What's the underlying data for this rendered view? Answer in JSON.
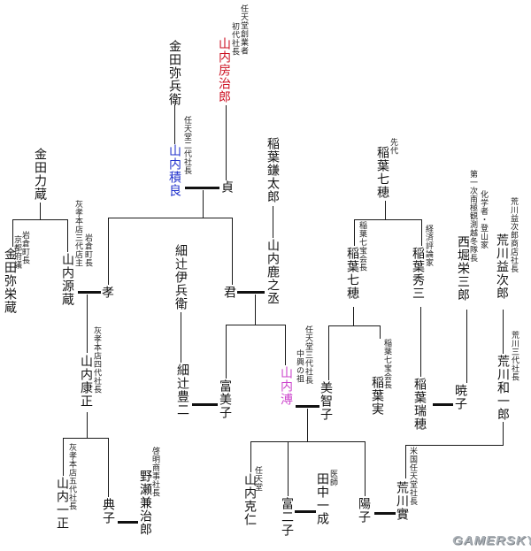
{
  "diagram": {
    "type": "family-tree",
    "watermark": "GAMERSKY",
    "colors": {
      "founder_red": "#cc1122",
      "second_president_blue": "#2233cc",
      "third_president_magenta": "#cc44cc",
      "line_black": "#1a1a1a"
    }
  },
  "people": {
    "fusajiro": {
      "name": "山内房治郎",
      "titles": [
        "任天堂創業者",
        "初代社長"
      ]
    },
    "yahee": {
      "name": "金田弥兵衛",
      "titles": []
    },
    "sekiryo": {
      "name": "山内積良",
      "titles": [
        "任天堂二代社長"
      ]
    },
    "tei": {
      "name": "貞",
      "titles": []
    },
    "kamataro": {
      "name": "稲葉鎌太郎",
      "titles": []
    },
    "rikizo": {
      "name": "金田力蔵",
      "titles": []
    },
    "yaezo": {
      "name": "金田弥栄蔵",
      "titles": [
        "岩倉町長",
        "京都府議"
      ]
    },
    "genzo": {
      "name": "山内源蔵",
      "titles": [
        "岩倉町長",
        "灰孝本店三代店主"
      ]
    },
    "takashi": {
      "name": "孝",
      "titles": []
    },
    "kimi": {
      "name": "君",
      "titles": []
    },
    "shikanojo": {
      "name": "山内鹿之丞",
      "titles": []
    },
    "ihee": {
      "name": "細辻伊兵衛",
      "titles": []
    },
    "toyoji": {
      "name": "細辻豊二",
      "titles": []
    },
    "fumiko": {
      "name": "富美子",
      "titles": []
    },
    "hiroshi": {
      "name": "山内溥",
      "titles": [
        "任天堂三代社長",
        "中興の祖"
      ]
    },
    "michiko": {
      "name": "美智子",
      "titles": []
    },
    "yasumasa": {
      "name": "山内康正",
      "titles": [
        "灰孝本店四代社長"
      ]
    },
    "kazumasa": {
      "name": "山内一正",
      "titles": [
        "灰孝本店五代社長"
      ]
    },
    "noriko": {
      "name": "典子",
      "titles": []
    },
    "kanejiro": {
      "name": "野瀬兼治郎",
      "titles": [
        "啓明商事社長"
      ]
    },
    "nanaho1": {
      "name": "稲葉七穂",
      "titles": [
        "先代"
      ]
    },
    "nanaho2": {
      "name": "稲葉七穂",
      "titles": [
        "稲葉七宝会長"
      ]
    },
    "shuzo": {
      "name": "稲葉秀三",
      "titles": [
        "経済評論家"
      ]
    },
    "nishibori": {
      "name": "西堀栄三郎",
      "titles": [
        "化学者・登山家",
        "第一次南極観測越冬隊長"
      ]
    },
    "masujiro": {
      "name": "荒川益次郎",
      "titles": [
        "荒川益次郎商店社長"
      ]
    },
    "waichiro": {
      "name": "荒川和一郎",
      "titles": [
        "荒川三代社長"
      ]
    },
    "minoru_inaba": {
      "name": "稲葉実",
      "titles": [
        "稲葉七宝会長"
      ]
    },
    "mizuho": {
      "name": "稲葉瑞穂",
      "titles": []
    },
    "akiko": {
      "name": "暁子",
      "titles": []
    },
    "katsuhito": {
      "name": "山内克仁",
      "titles": [
        "任天堂"
      ]
    },
    "fujiko": {
      "name": "富二子",
      "titles": []
    },
    "kazunari": {
      "name": "田中一成",
      "titles": [
        "医師"
      ]
    },
    "yoko": {
      "name": "陽子",
      "titles": []
    },
    "minoru_arakawa": {
      "name": "荒川實",
      "titles": [
        "米国任天堂社長"
      ]
    }
  }
}
